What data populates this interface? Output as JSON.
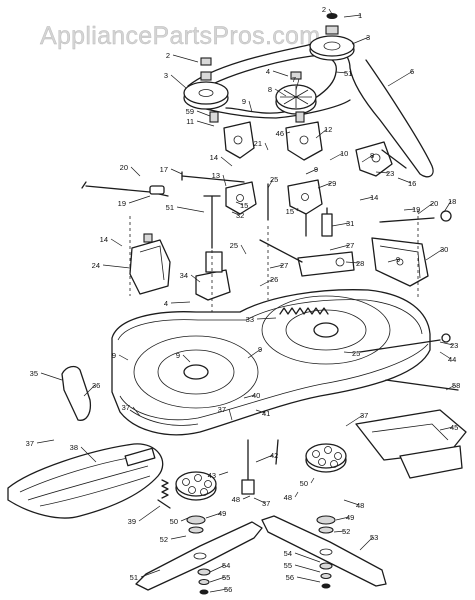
{
  "watermark": "AppliancePartsPros.com",
  "parts": [
    {
      "id": "p1",
      "label": "1"
    },
    {
      "id": "p2a",
      "label": "2"
    },
    {
      "id": "p2b",
      "label": "2"
    },
    {
      "id": "p3a",
      "label": "3"
    },
    {
      "id": "p3b",
      "label": "3"
    },
    {
      "id": "p4a",
      "label": "4"
    },
    {
      "id": "p4b",
      "label": "4"
    },
    {
      "id": "p6",
      "label": "6"
    },
    {
      "id": "p7",
      "label": "7"
    },
    {
      "id": "p8a",
      "label": "8"
    },
    {
      "id": "p8b",
      "label": "8"
    },
    {
      "id": "p9a",
      "label": "9"
    },
    {
      "id": "p9b",
      "label": "9"
    },
    {
      "id": "p9c",
      "label": "9"
    },
    {
      "id": "p9d",
      "label": "9"
    },
    {
      "id": "p9e",
      "label": "9"
    },
    {
      "id": "p9f",
      "label": "9"
    },
    {
      "id": "p10",
      "label": "10"
    },
    {
      "id": "p11",
      "label": "11"
    },
    {
      "id": "p12",
      "label": "12"
    },
    {
      "id": "p13",
      "label": "13"
    },
    {
      "id": "p14a",
      "label": "14"
    },
    {
      "id": "p14b",
      "label": "14"
    },
    {
      "id": "p14c",
      "label": "14"
    },
    {
      "id": "p15a",
      "label": "15"
    },
    {
      "id": "p15b",
      "label": "15"
    },
    {
      "id": "p16",
      "label": "16"
    },
    {
      "id": "p17",
      "label": "17"
    },
    {
      "id": "p18",
      "label": "18"
    },
    {
      "id": "p19a",
      "label": "19"
    },
    {
      "id": "p19b",
      "label": "19"
    },
    {
      "id": "p20a",
      "label": "20"
    },
    {
      "id": "p20b",
      "label": "20"
    },
    {
      "id": "p21",
      "label": "21"
    },
    {
      "id": "p23a",
      "label": "23"
    },
    {
      "id": "p23b",
      "label": "23"
    },
    {
      "id": "p24",
      "label": "24"
    },
    {
      "id": "p25a",
      "label": "25"
    },
    {
      "id": "p25b",
      "label": "25"
    },
    {
      "id": "p25c",
      "label": "25"
    },
    {
      "id": "p26",
      "label": "26"
    },
    {
      "id": "p27a",
      "label": "27"
    },
    {
      "id": "p27b",
      "label": "27"
    },
    {
      "id": "p28",
      "label": "28"
    },
    {
      "id": "p29",
      "label": "29"
    },
    {
      "id": "p30",
      "label": "30"
    },
    {
      "id": "p31",
      "label": "31"
    },
    {
      "id": "p32",
      "label": "32"
    },
    {
      "id": "p33",
      "label": "33"
    },
    {
      "id": "p34",
      "label": "34"
    },
    {
      "id": "p35",
      "label": "35"
    },
    {
      "id": "p36",
      "label": "36"
    },
    {
      "id": "p37a",
      "label": "37"
    },
    {
      "id": "p37b",
      "label": "37"
    },
    {
      "id": "p37c",
      "label": "37"
    },
    {
      "id": "p37d",
      "label": "37"
    },
    {
      "id": "p37e",
      "label": "37"
    },
    {
      "id": "p38",
      "label": "38"
    },
    {
      "id": "p39",
      "label": "39"
    },
    {
      "id": "p40",
      "label": "40"
    },
    {
      "id": "p41",
      "label": "41"
    },
    {
      "id": "p42",
      "label": "42"
    },
    {
      "id": "p43",
      "label": "43"
    },
    {
      "id": "p44",
      "label": "44"
    },
    {
      "id": "p45",
      "label": "45"
    },
    {
      "id": "p46",
      "label": "46"
    },
    {
      "id": "p48a",
      "label": "48"
    },
    {
      "id": "p48b",
      "label": "48"
    },
    {
      "id": "p48c",
      "label": "48"
    },
    {
      "id": "p49a",
      "label": "49"
    },
    {
      "id": "p49b",
      "label": "49"
    },
    {
      "id": "p50a",
      "label": "50"
    },
    {
      "id": "p50b",
      "label": "50"
    },
    {
      "id": "p51a",
      "label": "51"
    },
    {
      "id": "p51b",
      "label": "51"
    },
    {
      "id": "p51c",
      "label": "51"
    },
    {
      "id": "p52a",
      "label": "52"
    },
    {
      "id": "p52b",
      "label": "52"
    },
    {
      "id": "p53",
      "label": "53"
    },
    {
      "id": "p54a",
      "label": "54"
    },
    {
      "id": "p54b",
      "label": "54"
    },
    {
      "id": "p55a",
      "label": "55"
    },
    {
      "id": "p55b",
      "label": "55"
    },
    {
      "id": "p56a",
      "label": "56"
    },
    {
      "id": "p56b",
      "label": "56"
    },
    {
      "id": "p58",
      "label": "58"
    },
    {
      "id": "p59",
      "label": "59"
    }
  ]
}
